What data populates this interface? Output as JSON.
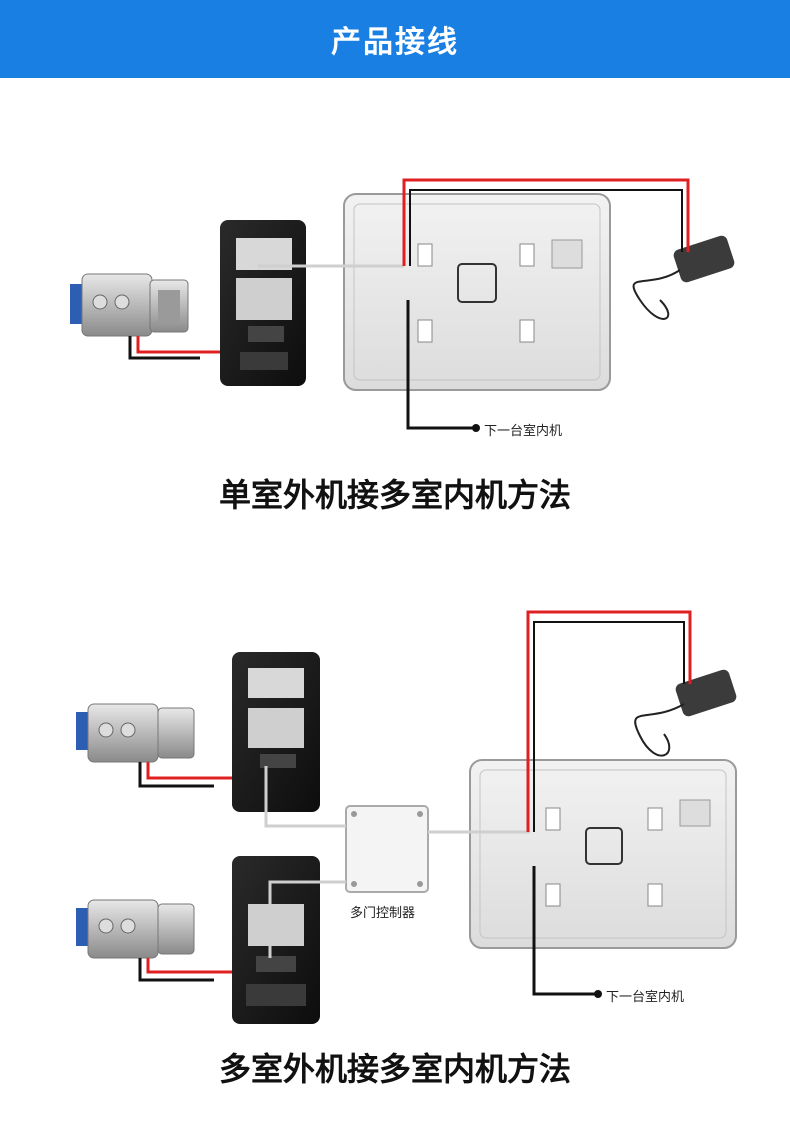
{
  "header": {
    "title": "产品接线"
  },
  "diagram1": {
    "caption": "单室外机接多室内机方法",
    "next_unit_label": "下一台室内机"
  },
  "diagram2": {
    "caption": "多室外机接多室内机方法",
    "next_unit_label": "下一台室内机",
    "controller_label": "多门控制器"
  },
  "colors": {
    "banner": "#1a7fe3",
    "wire_red": "#e02020",
    "wire_black": "#111111",
    "wire_white": "#cfcfcf"
  },
  "icons": [
    "electric-lock-icon",
    "outdoor-unit-icon",
    "indoor-monitor-icon",
    "power-adapter-icon",
    "multi-door-controller-icon"
  ]
}
